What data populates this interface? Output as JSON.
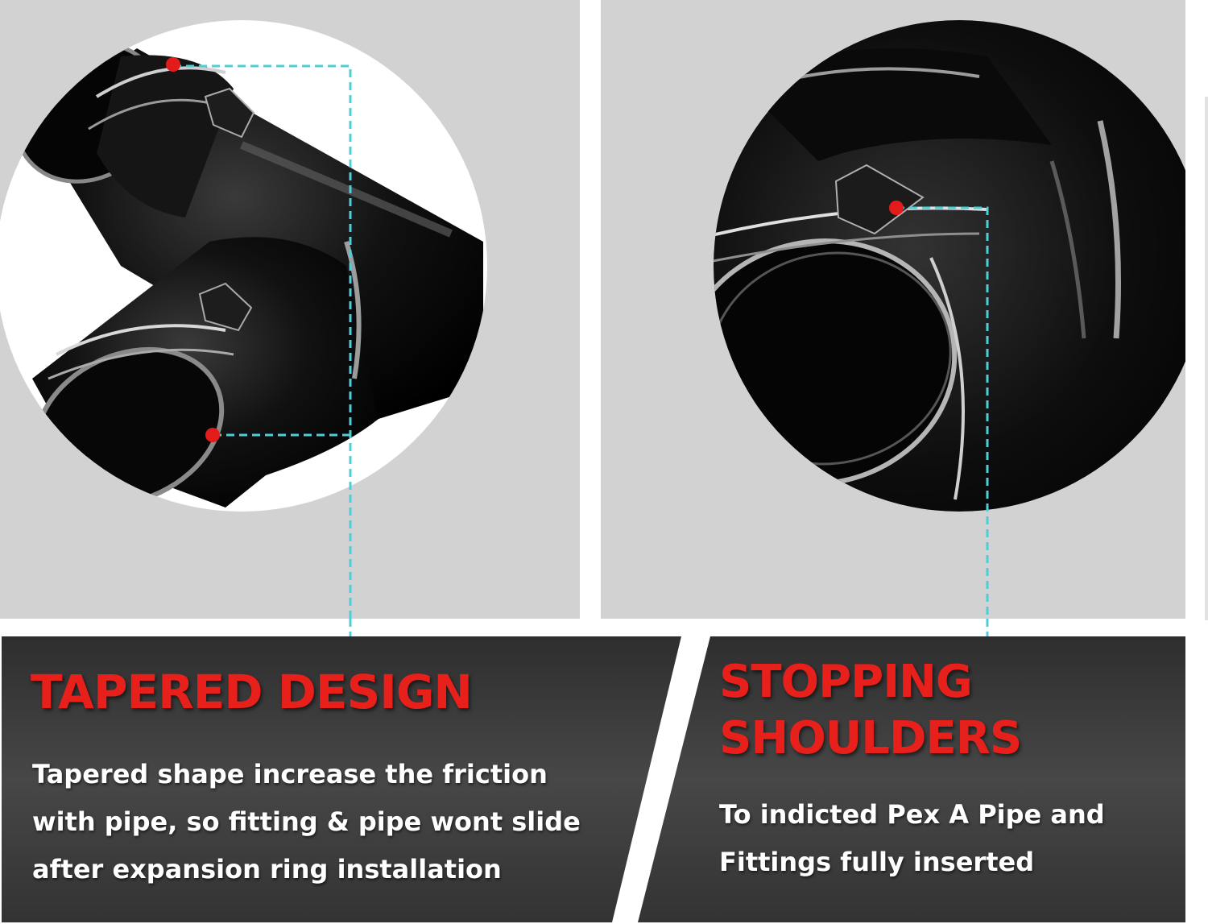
{
  "features": [
    {
      "title": "TAPERED DESIGN",
      "lines": [
        "Tapered shape increase the friction",
        "with pipe, so fitting & pipe wont slide",
        "after expansion ring installation"
      ]
    },
    {
      "title_lines": [
        "STOPPING",
        "SHOULDERS"
      ],
      "lines": [
        "To indicted Pex A  Pipe  and",
        "Fittings fully inserted"
      ]
    }
  ],
  "colors": {
    "title_red": "#e8201c",
    "banner_dark": "#3a3a3a",
    "photo_bg": "#d2d2d2",
    "leader_line": "#4ecfd8",
    "marker_dot": "#e31b1b",
    "fitting_black": "#0c0c0c"
  }
}
